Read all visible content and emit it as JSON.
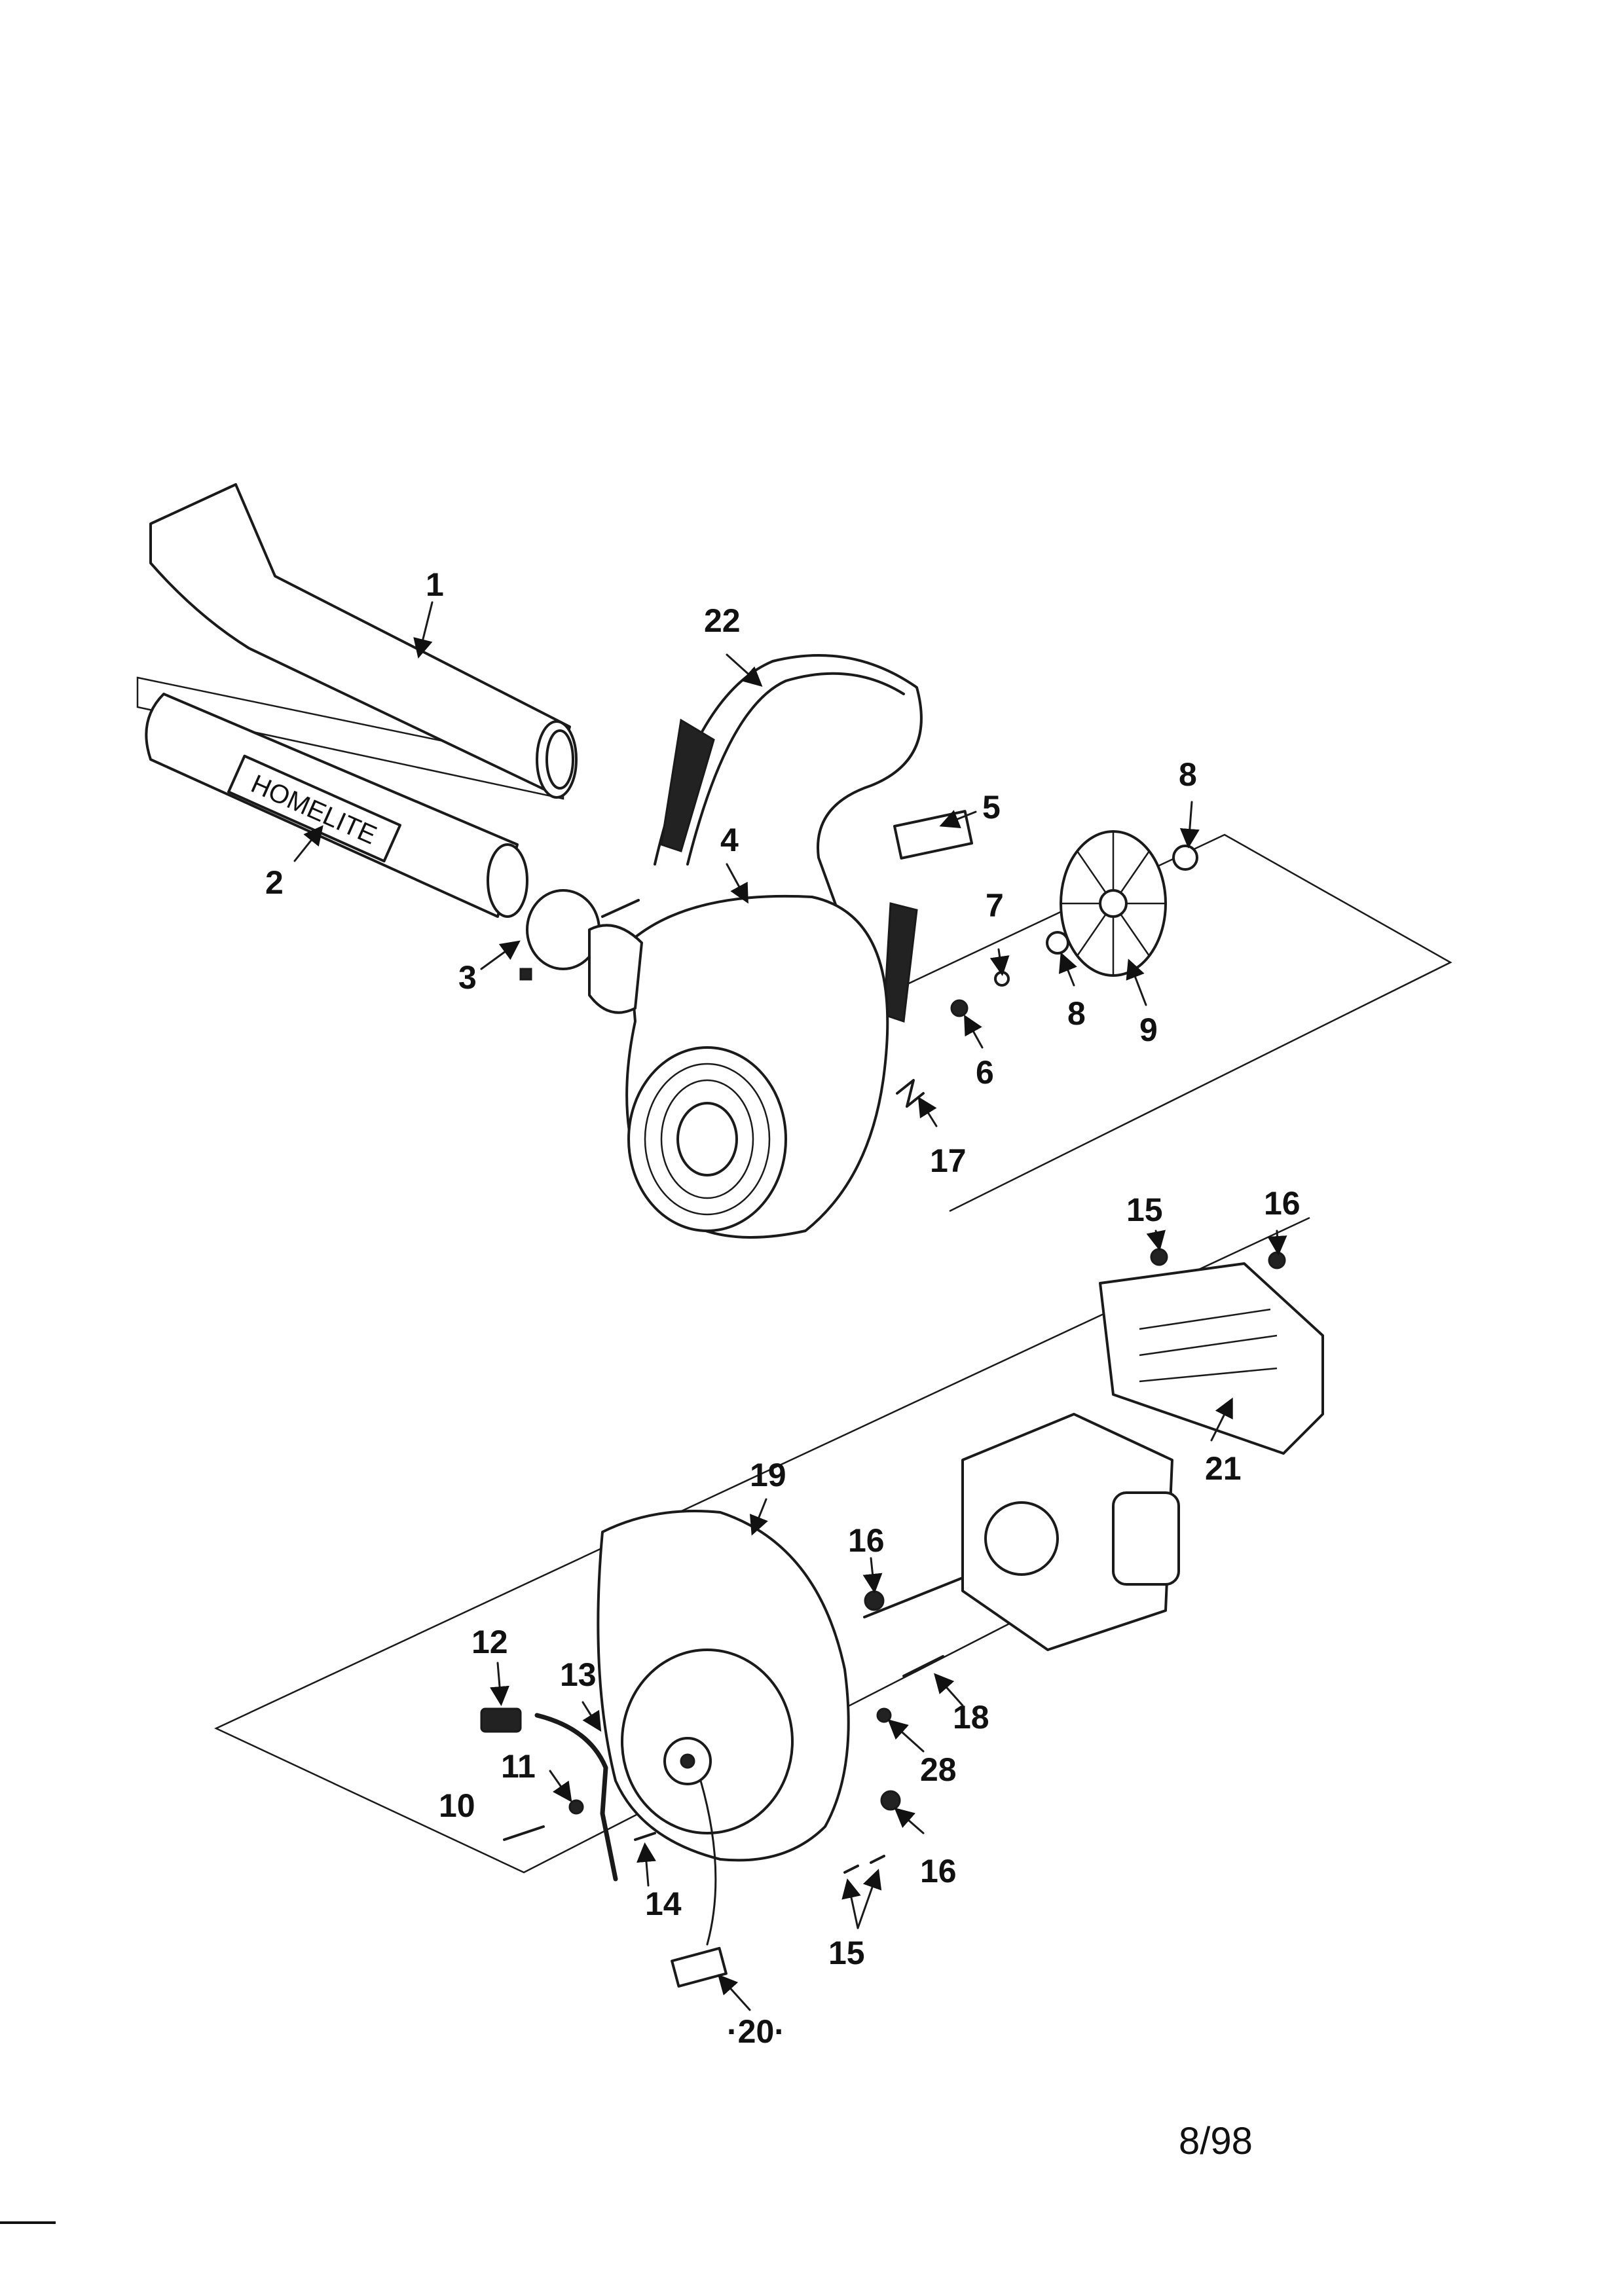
{
  "callouts": {
    "c1": "1",
    "c2": "2",
    "c3": "3",
    "c4": "4",
    "c5": "5",
    "c6": "6",
    "c7": "7",
    "c8a": "8",
    "c8b": "8",
    "c9": "9",
    "c17": "17",
    "c22": "22",
    "c15a": "15",
    "c16a": "16",
    "c21": "21",
    "c19": "19",
    "c16b": "16",
    "c12": "12",
    "c13": "13",
    "c11": "11",
    "c10": "10",
    "c14": "14",
    "c18": "18",
    "c28": "28",
    "c16c": "16",
    "c15b": "15",
    "c20": "·20·"
  },
  "tube_brand": "HOMELITE",
  "date_code": "8/98"
}
